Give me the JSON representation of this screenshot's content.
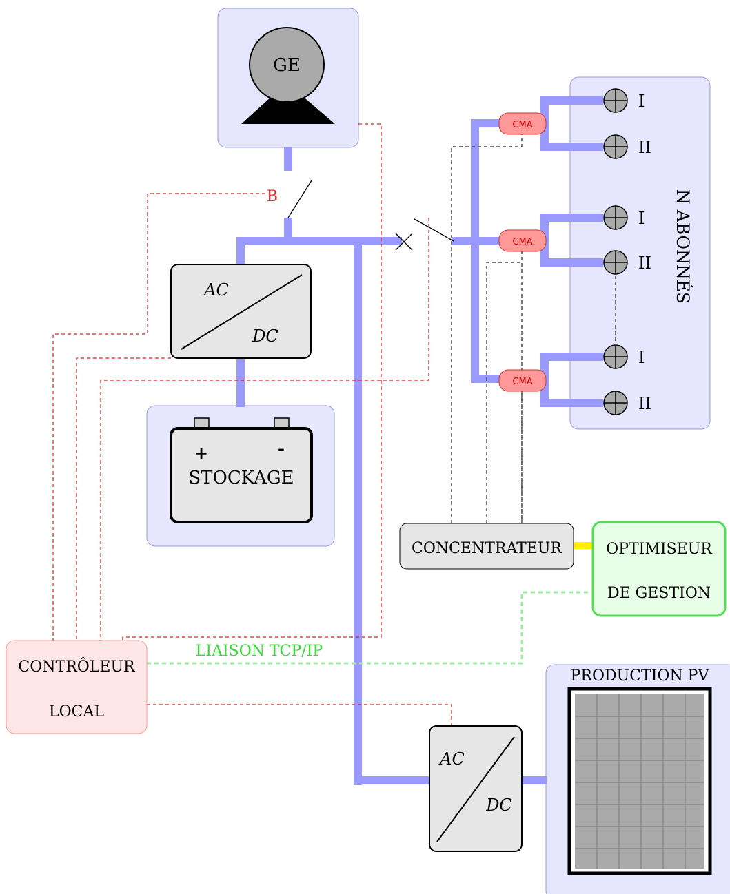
{
  "generator": {
    "label": "GE"
  },
  "breaker_label": "B",
  "converter_top": {
    "ac": "AC",
    "dc": "DC"
  },
  "storage": {
    "label": "STOCKAGE",
    "plus": "+",
    "minus": "-"
  },
  "subscribers": {
    "title": "N ABONNÉS",
    "meters": [
      "CMA",
      "CMA",
      "CMA"
    ],
    "phases": [
      "I",
      "II",
      "I",
      "II",
      "I",
      "II"
    ]
  },
  "concentrator": {
    "label": "CONCENTRATEUR"
  },
  "optimizer": {
    "line1": "OPTIMISEUR",
    "line2": "DE GESTION"
  },
  "controller": {
    "line1": "CONTRÔLEUR",
    "line2": "LOCAL"
  },
  "tcp_label": "LIAISON TCP/IP",
  "converter_pv": {
    "ac": "AC",
    "dc": "DC"
  },
  "pv": {
    "label": "PRODUCTION PV"
  },
  "colors": {
    "power_bus": "#9999ff",
    "control_link": "#dd2222",
    "tcp_link": "#88ee88",
    "box_fill": "#e6e6ff",
    "meter_fill": "#ff9999"
  }
}
